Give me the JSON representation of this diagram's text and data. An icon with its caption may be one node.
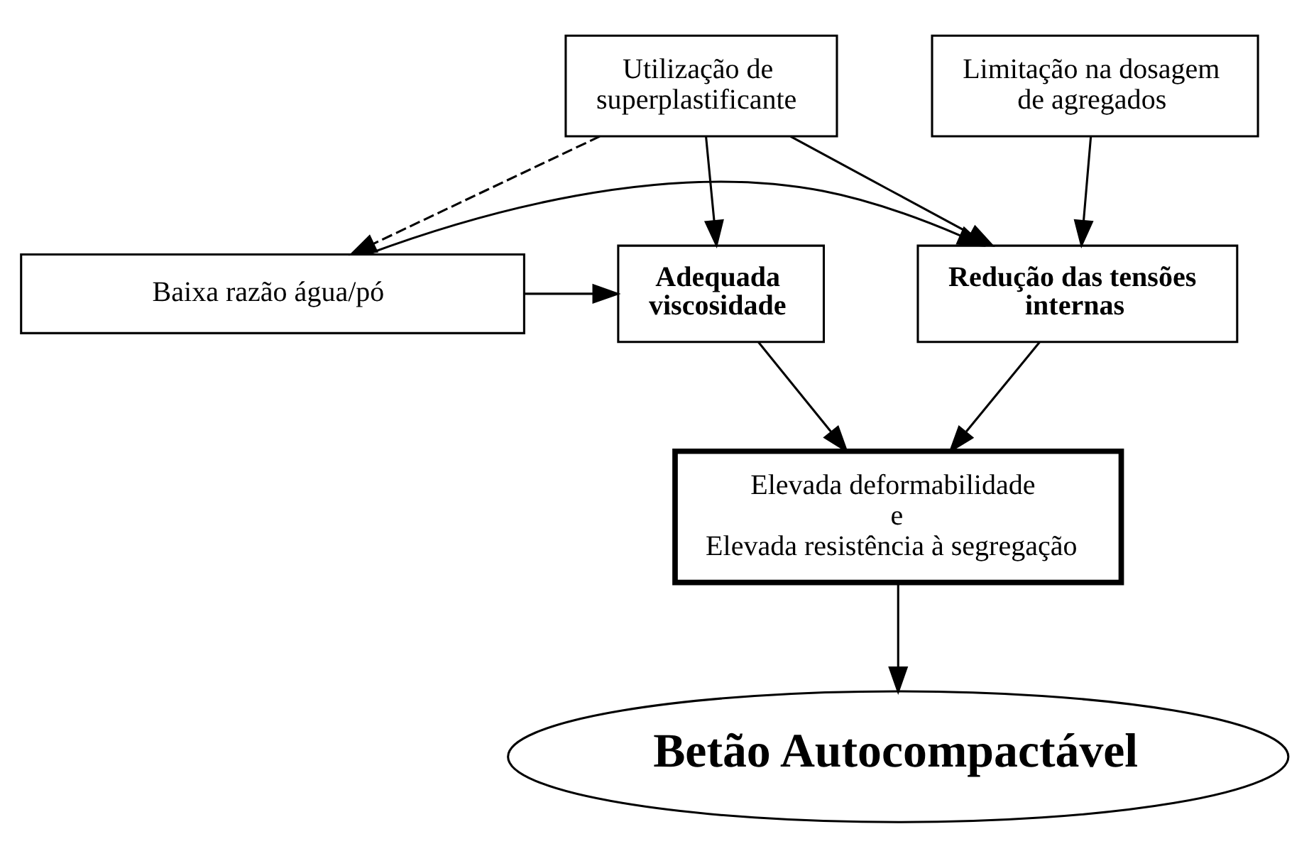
{
  "diagram": {
    "nodes": [
      {
        "text": [
          "Utilização de superplastificante"
        ]
      },
      {
        "text": [
          "Limitação na dosagem de agregados"
        ]
      },
      {
        "text": [
          "Adequada viscosidade"
        ]
      },
      {
        "text": [
          "Baixa razão água/pó"
        ]
      },
      {
        "text": [
          "Redução das tensões internas"
        ]
      },
      {
        "text": [
          "Elevada deformabilidade",
          "e",
          "Elevada resistência à segregação"
        ]
      },
      {
        "text": [
          "Betão Autocompactável"
        ]
      }
    ],
    "edges": [
      {
        "from": 0,
        "to": 2,
        "arrow": "to"
      },
      {
        "from": 0,
        "to": 3,
        "arrow": "to",
        "style": "dashed"
      },
      {
        "from": 0,
        "to": 4,
        "arrow": "to"
      },
      {
        "from": 1,
        "to": 4,
        "arrow": "to"
      },
      {
        "from": 3,
        "to": 2,
        "arrow": "to"
      },
      {
        "from": 3,
        "to": 4,
        "arrow": "to"
      },
      {
        "from": 2,
        "to": 5,
        "arrow": "to"
      },
      {
        "from": 4,
        "to": 5,
        "arrow": "to"
      },
      {
        "from": 5,
        "to": 6,
        "arrow": "to"
      }
    ]
  }
}
